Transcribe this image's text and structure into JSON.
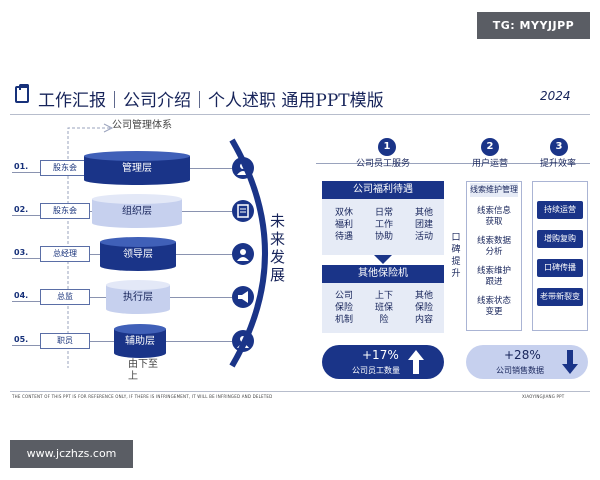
{
  "watermark_top": "TG: MYYJJPP",
  "watermark_bottom": "www.jczhzs.com",
  "header": {
    "title": "工作汇报｜公司介绍｜个人述职  通用PPT模版",
    "year": "2024"
  },
  "left": {
    "top_label": "公司管理体系",
    "bottom_label": "由下至上",
    "rows": [
      {
        "num": "01.",
        "role": "股东会",
        "layer": "管理层",
        "icon": "person-icon"
      },
      {
        "num": "02.",
        "role": "股东会",
        "layer": "组织层",
        "icon": "document-icon"
      },
      {
        "num": "03.",
        "role": "总经理",
        "layer": "领导层",
        "icon": "person-icon"
      },
      {
        "num": "04.",
        "role": "总监",
        "layer": "执行层",
        "icon": "megaphone-icon"
      },
      {
        "num": "05.",
        "role": "职员",
        "layer": "辅助层",
        "icon": "person-icon"
      }
    ]
  },
  "middle_vertical": "未来发展",
  "right": {
    "steps": [
      {
        "num": "1",
        "label": "公司员工服务"
      },
      {
        "num": "2",
        "label": "用户运营"
      },
      {
        "num": "3",
        "label": "提升效率"
      }
    ],
    "welfare": {
      "title": "公司福利待遇",
      "items": [
        "双休福利待遇",
        "日常工作协助",
        "其他团建活动"
      ]
    },
    "insurance": {
      "title": "其他保险机",
      "items": [
        "公司保险机制",
        "上下班保险",
        "其他保险内容"
      ]
    },
    "side_vertical": "口碑提升",
    "ops": {
      "title": "线索维护管理",
      "items": [
        "线索信息获取",
        "线索数据分析",
        "线索维护跟进",
        "线索状态变更"
      ]
    },
    "efficiency": [
      "持续运营",
      "增购复购",
      "口碑传播",
      "老带新裂变"
    ],
    "stat_left": {
      "value": "+17%",
      "label": "公司员工数量"
    },
    "stat_right": {
      "value": "+28%",
      "label": "公司销售数据"
    }
  },
  "footer": {
    "left": "THE CONTENT OF THIS PPT IS FOR REFERENCE ONLY, IF THERE IS INFRINGEMENT, IT WILL BE INFRINGED AND DELETED",
    "right": "XIAOYINGJIANG PPT"
  }
}
